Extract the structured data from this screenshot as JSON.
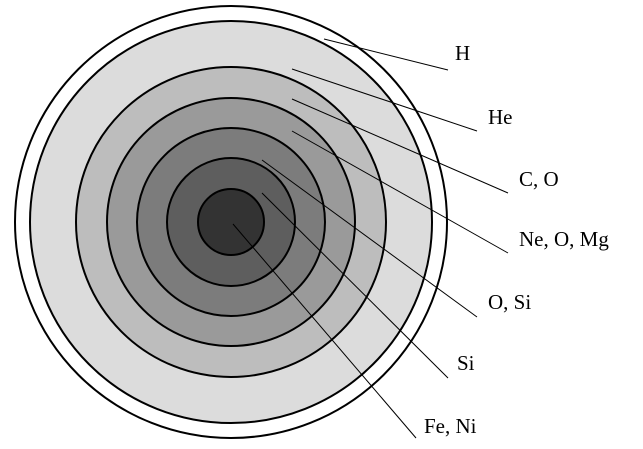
{
  "diagram": {
    "shells": [
      {
        "label": "H",
        "fill": "#ffffff"
      },
      {
        "label": "He",
        "fill": "#dcdcdc"
      },
      {
        "label": "C, O",
        "fill": "#bdbdbd"
      },
      {
        "label": "Ne, O, Mg",
        "fill": "#9a9a9a"
      },
      {
        "label": "O, Si",
        "fill": "#7c7c7c"
      },
      {
        "label": "Si",
        "fill": "#5e5e5e"
      },
      {
        "label": "Fe, Ni",
        "fill": "#333333"
      }
    ],
    "outline_color": "#000000"
  }
}
